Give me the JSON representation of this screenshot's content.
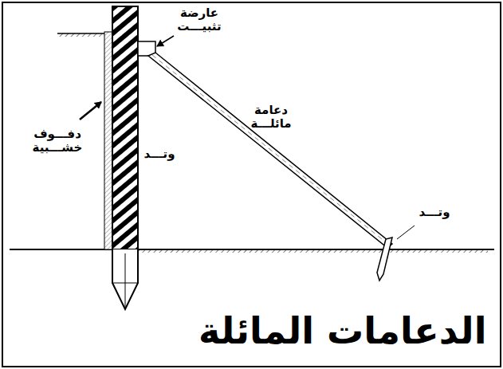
{
  "diagram": {
    "title": "الدعامات المائلة",
    "labels": [
      "عارضة تثبيـــت",
      "دفـــوف خشـــبية",
      "وتـــد",
      "دعامة مائلـــة",
      "وتـــد"
    ]
  }
}
